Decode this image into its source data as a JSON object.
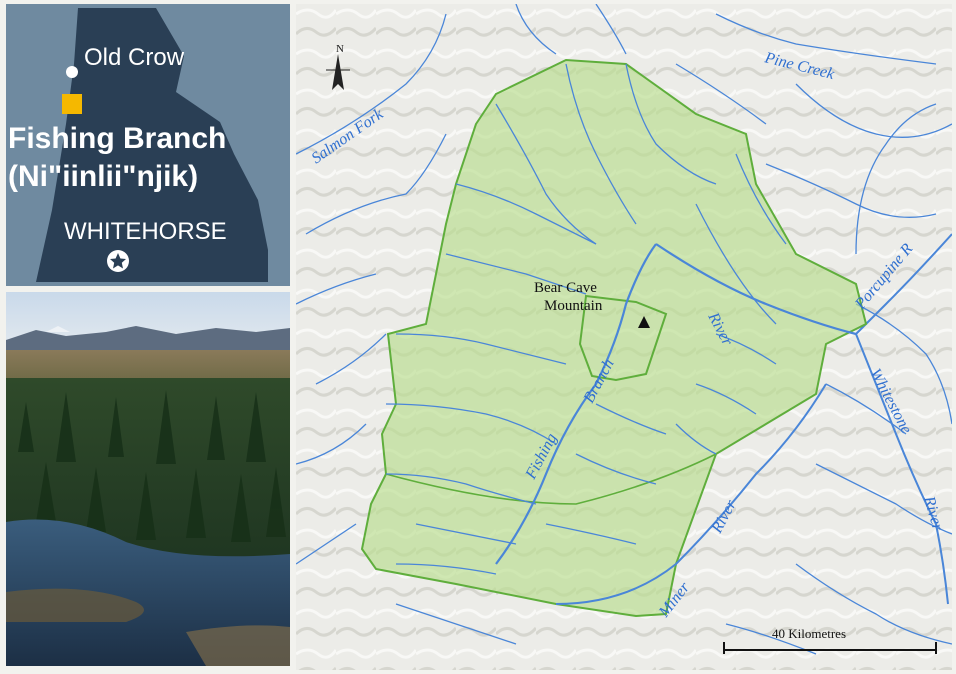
{
  "inset": {
    "community": "Old Crow",
    "park_name": "Fishing Branch",
    "park_name_native": "(Ni\"iinlii\"njik)",
    "capital": "WHITEHORSE",
    "colors": {
      "territory": "#2a3f55",
      "background": "#6f8aa0",
      "marker": "#f5b800",
      "text": "#ffffff"
    }
  },
  "map": {
    "north_label": "N",
    "peak_name_line1": "Bear Cave",
    "peak_name_line2": "Mountain",
    "rivers": {
      "pine_creek": "Pine Creek",
      "salmon_fork": "Salmon Fork",
      "porcupine": "Porcupine R",
      "river_north": "River",
      "fishing_branch_1": "Fishing",
      "fishing_branch_2": "Branch",
      "whitestone_1": "Whitestone",
      "whitestone_2": "River",
      "miner_1": "Miner",
      "miner_2": "River"
    },
    "scale_label": "40 Kilometres",
    "colors": {
      "park_fill": "#b9dd8e",
      "park_border": "#5fae3c",
      "water": "#4a86d8",
      "label": "#2f6fd0",
      "relief": "#dcdcd6"
    }
  }
}
